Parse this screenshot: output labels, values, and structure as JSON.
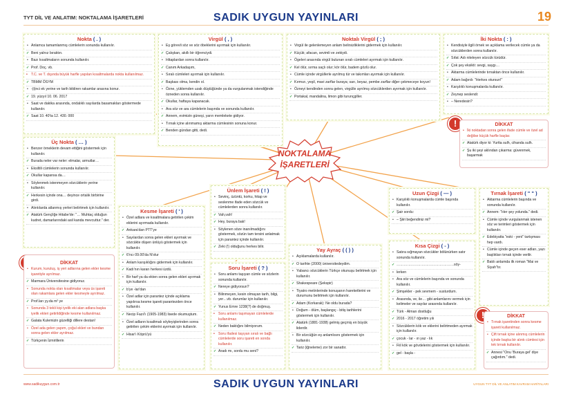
{
  "header": {
    "left": "TYT DİL VE ANLATIM: NOKTALAMA İŞARETLERİ",
    "publisher": "SADIK UYGUN YAYINLARI",
    "page": "19"
  },
  "footer": {
    "web": "www.sadikuygun.com.tr",
    "publisher": "SADIK UYGUN YAYINLARI",
    "right": "UYGUN TYT DİL VE ANLATIM KAVRAM HARİTALARI"
  },
  "center": {
    "line1": "NOKTALAMA",
    "line2": "İŞARETLERİ"
  },
  "nokta": {
    "title": "Nokta",
    "symbol": "( . )",
    "items": [
      "Anlamca tamamlanmış cümlelerin sonunda kullanılır.",
      "Beni yalnız bıraktın.",
      "Bazı kısaltmaların sonunda kullanılır.",
      "Prof.          Doç.          vb.",
      "T.C. ve T. dışında büyük harfle yapılan kısaltmalarda nokta kullanılmaz.",
      "TBMM          ÖSYM",
      "-(i)nci ek yerine ve tarih bildiren rakamlar arasına konur.",
      "19. yüzyıl          10. 06. 2017",
      "Saat ve dakika arasında, ondalıklı sayılarda basamakları göstermede kullanılır.",
      "Saat 10. 40'ta          12. 430. 000"
    ]
  },
  "ucnokta": {
    "title": "Üç Nokta",
    "symbol": "( … )",
    "items": [
      "Benzer örneklerin devam ettiğini göstermek için kullanılır.",
      "Burada neler var neler: elmalar, armutlar…",
      "Eksiltili cümlelerin sonunda kullanılır.",
      "Okullar kapansa da…",
      "Söylenmek istenmeyen sözcüklerin yerine kullanılır.",
      "Herkesin içinde ona… deyince ortalık birbirine girdi.",
      "Alıntılarda atlanmış yerleri belirtmek için kullanılır.",
      "Atatürk Gençliğe Hitabe'de: \"… Muhtaç olduğun kudret, damarlarındaki asil kanda mevcuttur.\" der."
    ]
  },
  "dikkat_left": {
    "title": "DİKKAT",
    "items": [
      "Kurum, kuruluş, iş yeri adlarına gelen ekler kesme işaretiyle ayrılmaz.",
      "Marmara Üniversitesine gidiyoruz.",
      "Sonunda nokta olan kısaltmalar veya üs işareti olan rakamlara gelen ekler kesmeyle ayrılmaz.",
      "Prof.ları          yy.da          m² ye",
      "Sonunda 3 tekli kişi iyelik eki alan adlara başka iyelik ekleri getirildiğinde kesme kullanılmaz.",
      "Galata Kulemizin güzelliği dillere destan!",
      "Özel ada gelen yapım, çoğul ekleri ve bundan sonra gelen ekler ayrılmaz.",
      "Türkçenin          İzmirlilerin"
    ]
  },
  "virgul": {
    "title": "Virgül",
    "symbol": "( , )",
    "items": [
      "Eş görevli söz ve söz öbeklerini ayırmak için kullanılır.",
      "Çalışkan, akıllı bir öğrenciydi.",
      "Hitaplardan sonra kullanılır.",
      "Canım Arkadaşım,",
      "Sıralı cümleleri ayırmak için kullanılır.",
      "Başkası olma, kendin ol.",
      "Özne, yüklemden uzak düştüğünde ya da vurgulanmak istendiğinde özneden sonra kullanılır.",
      "Okullar, haftaya kapanacak.",
      "Ara söz ve ara cümlelerin başında ve sonunda kullanılır.",
      "Annem, evimizin güneşi, yarın memlekete gidiyor.",
      "Tırnak içine alınmamış aktarma cümlesinin sonuna konur.",
      "Benden gündan gitti, dedi."
    ]
  },
  "noktalivirgul": {
    "title": "Noktalı Virgül",
    "symbol": "( ; )",
    "items": [
      "Virgül ile gelenlemeyen anlam belirsizliklerini gidermek için kullanılır.",
      "Küçük; afacan, sevimli ve zekiydi.",
      "Ögeleri arasında virgül bulunan sıralı cümleleri ayırmak için kullanılır.",
      "Kel ölür, sırma saçlı olur; kör ölür, badem gözlü olur.",
      "Cümle içinde virgüllerle ayrılmış tür ve takımları ayırmak için kullanılır.",
      "Kırmızı, yeşil, mavi zarflar buraya; sarı, beyaz, pembe zarflar diğer çekmeceye koyun!",
      "Özneyi kendinden sonra gelen, virgülle ayrılmış sözcüklerden ayırmak için kullanılır.",
      "Portakal, mandalina, limon gibi turunçgiller."
    ]
  },
  "ikinokta": {
    "title": "İki Nokta",
    "symbol": "( : )",
    "items": [
      "Kendisiyle ilgili örnek ve açıklama verilecek cümle ya da sözcüklerden sonra kullanılır.",
      "Sıfat: Adı niteleyen sözcük türüdür.",
      "Çok şey eksikti: sevgi, saygı…",
      "Aktarma cümlelerinde tırnaktan önce kullanılır.",
      "Adam bağırdı: \"Herkes otursun!\"",
      "Karşılıklı konuşmalarda kullanılır.",
      "Zeynep seslendi:",
      "– Neredesin?"
    ]
  },
  "dikkat_right": {
    "title": "DİKKAT",
    "items": [
      "İki noktadan sonra gelen ifade cümle ve özel ad değilse küçük harfle başlar.",
      "Atatürk diyor ki: Yurtta sulh, cihanda sulh.",
      "Şu iki şeyi aklından çıkarma: güvenmek, başarmak"
    ]
  },
  "unlem": {
    "title": "Ünlem İşareti",
    "symbol": "( ! )",
    "items": [
      "Sevinç, üzüntü, korku, hitap ve seslenme ifade eden sözcük ve cümlelerden sonra kullanılır.",
      "Vah,vah!",
      "Hey, buraya bak!",
      "Söylenen söze inanılmadığını göstermek, sözün tam tersini anlatmak için parantez içinde kullanılır.",
      "Zeki (!) olduğunu herkes bilir."
    ]
  },
  "kesme": {
    "title": "Kesme İşareti",
    "symbol": "( ' )",
    "items": [
      "Özel adlara ve kısaltmalara getirilen çekim eklerini ayırmada kullanılır.",
      "Ankara'dan          PTT'ye",
      "Sayılardan sonra gelen ekleri ayırmak ve sözcükte düşen ünlüyü göstermek için kullanılır.",
      "6'ncı          09.00'da          N'olur",
      "Anlam karışıklığını gidermek için kullanılır.",
      "Kadı'nın kararı herkesi üzdü.",
      "Bir harf ya da ekten sonra gelen ekleri ayırmak için kullanılır.",
      "b'ye          -lar'dan",
      "Özel adlar için parantez içinde açıklama yapılırsa kesme işareti parantezden önce kullanılır.",
      "Necip Fazıl'ı (1905-1983) lisede okumuştum.",
      "Özel adların kısaltmalı söyleyişlerinden sonra getirilen çekim eklerini ayırmak için kullanılır.",
      "Hisar'ı          Köprü'yü"
    ]
  },
  "soru": {
    "title": "Soru İşareti",
    "symbol": "( ? )",
    "items": [
      "Soru anlamı taşıyan cümle ve sözlerin sonunda kullanılır.",
      "Nereye gidiyorsun?",
      "Bilinmeyen, kesin olmayan tarih, bilgi, yer…vb. durumlar için kullanılır.",
      "Yunus Emre 1238(?) de doğmuş.",
      "Soru anlamı taşımayan cümlelerde kullanılmaz.",
      "Neden baktığını bilmiyorum.",
      "Soru ifadesi taşıyan sıralı ve bağlı cümlelerde soru işareti en sonda kullanılır.",
      "Aradı mı, sordu mu seni?"
    ]
  },
  "yayayrac": {
    "title": "Yay Ayraç",
    "symbol": "( ( ) )",
    "items": [
      "Açıklamalarda kullanılır.",
      "O tarihte (2000) üniversitedeydim.",
      "Yabancı sözcüklerin Türkçe okunuşu belirtmek için kullanılır.",
      "Shakespeare (Şekspir)",
      "Tiyatro metinlerinde konuşanın hareketlerini ve durumunu belirtmek için kullanılır.",
      "Adam (Korkarak): Ne oldu burada?",
      "Doğum - ölüm, başlangıç - bitiş tarihlerini göstermek için kullanılır.",
      "Atatürk (1881-1938) gelmiş geçmiş en büyük liderdir.",
      "Bir sözcüğün eş anlamlısını göstermek için kullanılır.",
      "Tariz (iğneleme) zor bir sanattır."
    ]
  },
  "uzuncizgi": {
    "title": "Uzun Çizgi",
    "symbol": "( — )",
    "items": [
      "Karşılıklı konuşmalarda cümle başında kullanılır.",
      "Şair sordu:",
      "– Şiiri beğendiniz mi?"
    ]
  },
  "kisacizgi": {
    "title": "Kısa Çizgi",
    "symbol": "( - )",
    "items": [
      "Satıra sığmayan sözcükler bölünürken satır sonunda kullanılır.",
      "…………………………………………söy-",
      "lerken",
      "Ara söz ve cümlelerin başında ve sonunda kullanılır.",
      "Şimşekler - pek sevmem - susturdum.",
      "Arasında, ve, ile… gibi anlamlarını vermek için kelimeler ve sayılar arasında kullanılır.",
      "Türk - Alman dostluğu",
      "2016 - 2017 öğretim yılı",
      "Sözcüklerin kök ve eklerini belirtmeden ayırmak için kullanılır.",
      "çocuk - lar - ın          yaz - lık",
      "Fiil kök ve gövdelerini göstermek için kullanılır.",
      "gel -          başla -"
    ]
  },
  "tirnak": {
    "title": "Tırnak İşareti",
    "symbol": "( \" \" )",
    "items": [
      "Aktarma cümlelerin başında ve sonunda kullanılır.",
      "Annem: \"Her şey yolunda.\" dedi.",
      "Cümle içinde vurgulanmak istenen söz ve terimleri göstermek için kullanılır.",
      "Edebiyatta \"eski - yeni\" tartışması hep vardı.",
      "Cümle içinde geçen eser adları, yazı başlıkları tırnak içinde verilir.",
      "Batılı anlamda ilk roman \"Mai ve Siyah\"tır."
    ]
  },
  "dikkat_tirnak": {
    "title": "DİKKAT",
    "items": [
      "Tırnak işaretinden sonra kesme işareti kullanılmaz.",
      "Çift tırnak içine alınmış cümlelerin içinde başka bir alıntı cümlesi için tek tırnak kullanılır.",
      "Annesi \"Onu 'Buraya gel' diye çağırdım.\" dedi."
    ]
  },
  "colors": {
    "accent": "#d33a2c",
    "brand": "#1b3a8a",
    "orange": "#e8871e",
    "check": "#2a9d3a"
  }
}
